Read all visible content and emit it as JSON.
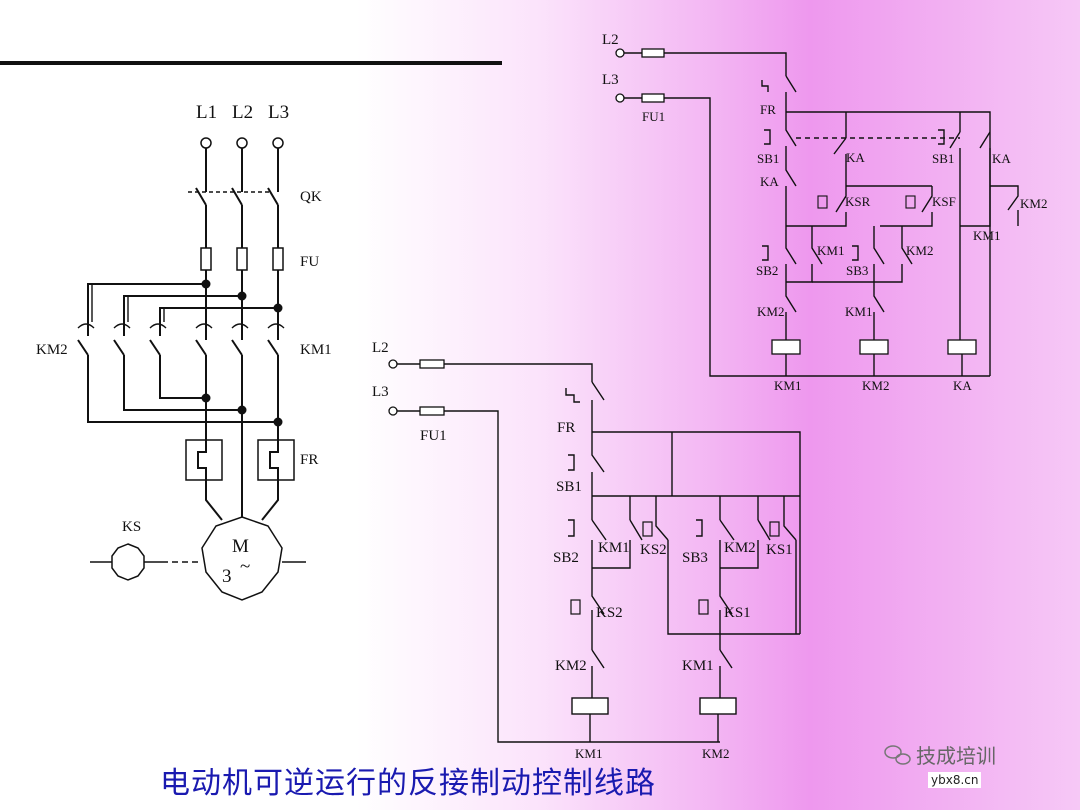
{
  "title": "电动机可逆运行的反接制动控制线路",
  "watermark": {
    "name": "技成培训",
    "url": "ybx8.cn"
  },
  "power_circuit": {
    "phases": [
      "L1",
      "L2",
      "L3"
    ],
    "qk": "QK",
    "fu": "FU",
    "km2": "KM2",
    "km1": "KM1",
    "fr": "FR",
    "ks": "KS",
    "motor_m": "M",
    "motor_3": "3",
    "motor_tilde": "~"
  },
  "control_a": {
    "l2": "L2",
    "l3": "L3",
    "fu1": "FU1",
    "fr": "FR",
    "sb1": "SB1",
    "sb2": "SB2",
    "km1": "KM1",
    "ks2": "KS2",
    "sb3": "SB3",
    "km2": "KM2",
    "ks1": "KS1"
  },
  "control_b": {
    "l2": "L2",
    "l3": "L3",
    "fu1": "FU1",
    "fr": "FR",
    "sb1": "SB1",
    "ka": "KA",
    "ksr": "KSR",
    "ksf": "KSF",
    "km2": "KM2",
    "km1": "KM1",
    "sb2": "SB2",
    "sb3": "SB3"
  }
}
